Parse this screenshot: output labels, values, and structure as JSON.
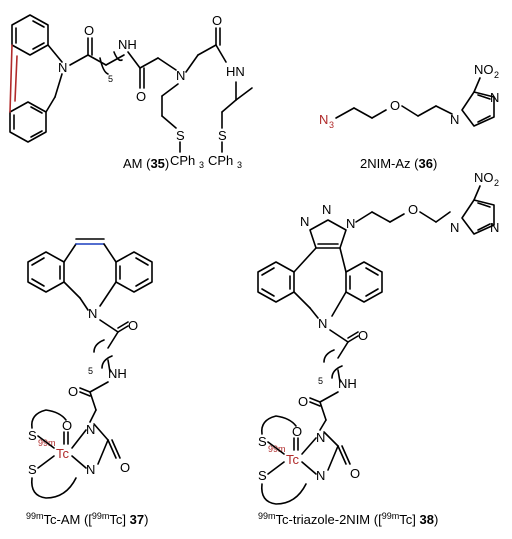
{
  "colors": {
    "bond": "#000000",
    "alkyne_highlight": "#b02a2a",
    "azide_highlight": "#b02a2a",
    "technetium": "#8b2a10"
  },
  "labels": {
    "N": "N",
    "O": "O",
    "S": "S",
    "HN": "HN",
    "NH": "NH",
    "NO2": "NO",
    "NO2_sub": "2",
    "N3": "N",
    "N3_sub": "3",
    "CPh3": "CPh",
    "CPh3_sub": "3",
    "Tc": "Tc",
    "mass": "99m",
    "five": "5"
  },
  "captions": {
    "c35_name": "AM (",
    "c35_num": "35",
    "c35_close": ")",
    "c36_name": "2NIM-Az (",
    "c36_num": "36",
    "c36_close": ")",
    "c37_sup1": "99m",
    "c37_text1": "Tc-AM ([",
    "c37_sup2": "99m",
    "c37_text2": "Tc]",
    "c37_num": "37",
    "c37_close": ")",
    "c38_sup1": "99m",
    "c38_text1": "Tc-triazole-2NIM ([",
    "c38_sup2": "99m",
    "c38_text2": "Tc]",
    "c38_num": "38",
    "c38_close": ")"
  }
}
